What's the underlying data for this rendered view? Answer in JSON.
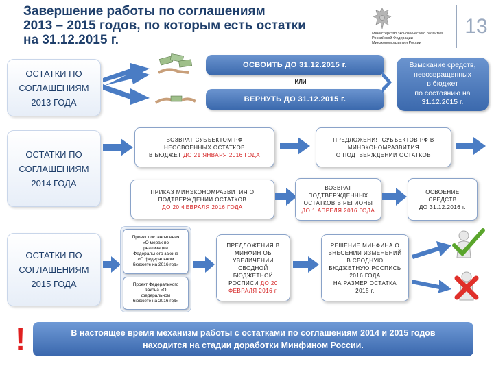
{
  "header": {
    "title_line1": "Завершение работы по соглашениям",
    "title_line2": "2013 – 2015 годов, по которым есть остатки",
    "title_line3": "на 31.12.2015 г.",
    "ministry_line1": "Министерство экономического развития",
    "ministry_line2": "Российской Федерации",
    "ministry_line3": "Минэкономразвития России",
    "page_number": "13"
  },
  "left": {
    "box2013": [
      "ОСТАТКИ ПО",
      "СОГЛАШЕНИЯМ",
      "2013 ГОДА"
    ],
    "box2014": [
      "ОСТАТКИ ПО",
      "СОГЛАШЕНИЯМ",
      "2014 ГОДА"
    ],
    "box2015": [
      "ОСТАТКИ ПО",
      "СОГЛАШЕНИЯМ",
      "2015 ГОДА"
    ]
  },
  "row2013": {
    "master": "ОСВОИТЬ ДО 31.12.2015 г.",
    "or": "ИЛИ",
    "return": "ВЕРНУТЬ ДО 31.12.2015 г.",
    "recovery": [
      "Взыскание средств,",
      "невозвращенных",
      "в бюджет",
      "по состоянию на",
      "31.12.2015 г."
    ]
  },
  "row2014": {
    "box1_black": [
      "ВОЗВРАТ СУБЪЕКТОМ РФ",
      "НЕОСВОЕННЫХ ОСТАТКОВ",
      "В БЮДЖЕТ"
    ],
    "box1_red": "ДО 21 ЯНВАРЯ 2016 ГОДА",
    "box2": [
      "ПРЕДЛОЖЕНИЯ СУБЪЕКТОВ РФ В",
      "МИНЭКОНОМРАЗВИТИЯ",
      "О ПОДТВЕРЖДЕНИИ ОСТАТКОВ"
    ],
    "box3_black": [
      "ПРИКАЗ МИНЭКОНОМРАЗВИТИЯ О",
      "ПОДТВЕРЖДЕНИИ ОСТАТКОВ"
    ],
    "box3_red": "ДО 20 ФЕВРАЛЯ 2016 ГОДА",
    "box4_black": [
      "ВОЗВРАТ",
      "ПОДТВЕРЖДЕННЫХ",
      "ОСТАТКОВ В РЕГИОНЫ"
    ],
    "box4_red": "ДО 1 АПРЕЛЯ 2016 ГОДА",
    "box5": [
      "ОСВОЕНИЕ",
      "СРЕДСТВ",
      "ДО 31.12.2016 г."
    ]
  },
  "row2015": {
    "draft1": [
      "Проект постановления",
      "«О мерах по",
      "реализации",
      "Федерального закона",
      "«О федеральном",
      "бюджете на 2016 год»"
    ],
    "draft2": [
      "Проект Федерального",
      "закона «О",
      "федеральном",
      "бюджете на 2016 год»"
    ],
    "proposals_black": [
      "ПРЕДЛОЖЕНИЯ В",
      "МИНФИН ОБ",
      "УВЕЛИЧЕНИИ",
      "СВОДНОЙ",
      "БЮДЖЕТНОЙ",
      "РОСПИСИ"
    ],
    "proposals_red1": "ДО 20",
    "proposals_red2": "ФЕВРАЛЯ 2016 г.",
    "decision": [
      "РЕШЕНИЕ МИНФИНА О",
      "ВНЕСЕНИИ ИЗМЕНЕНИЙ",
      "В СВОДНУЮ",
      "БЮДЖЕТНУЮ РОСПИСЬ",
      "2016 ГОДА",
      "НА РАЗМЕР ОСТАТКА",
      "2015 г."
    ]
  },
  "footer": {
    "exclaim": "!",
    "line1": "В настоящее время механизм работы с остатками по соглашениям 2014 и 2015 годов",
    "line2": "находится на стадии доработки Минфином России."
  },
  "icons": [
    "check-person-icon",
    "cross-person-icon",
    "money-hand-icon",
    "ministry-emblem-icon",
    "arrow-right-icon"
  ],
  "colors": {
    "title": "#1f3f6b",
    "accent_blue": "#3b69ad",
    "red": "#d42020",
    "arrow_blue": "#4a7cc4"
  }
}
